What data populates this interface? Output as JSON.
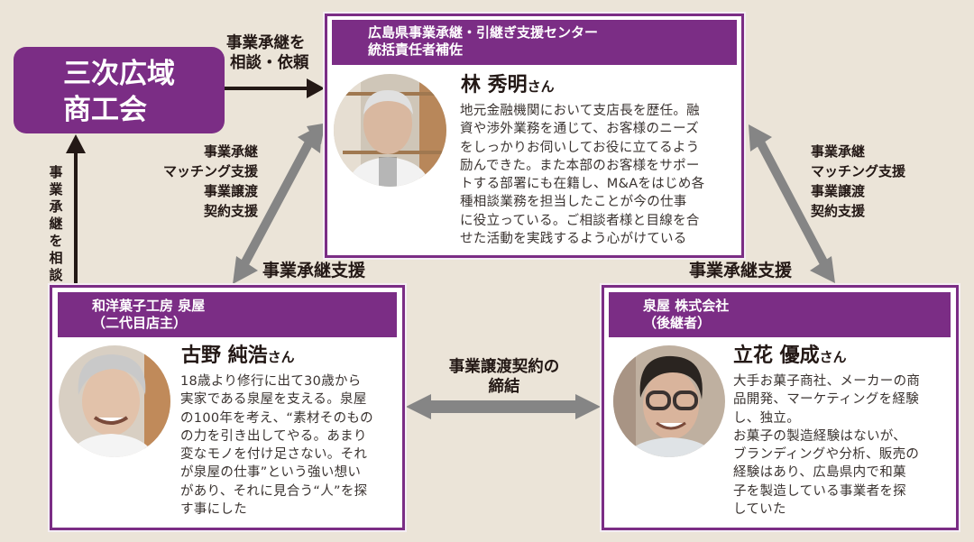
{
  "organization": {
    "name_line1": "三次広域",
    "name_line2": "商工会",
    "color": "#7b2d85"
  },
  "arrows": {
    "org_to_center": {
      "line1": "事業承継を",
      "line2": "相談・依頼"
    },
    "left_to_org": {
      "text": "事業承継を相談"
    },
    "center_left_services": [
      "事業承継",
      "マッチング支援",
      "事業譲渡",
      "契約支援"
    ],
    "center_right_services": [
      "事業承継",
      "マッチング支援",
      "事業譲渡",
      "契約支援"
    ],
    "left_support": "事業承継支援",
    "right_support": "事業承継支援",
    "contract": {
      "line1": "事業譲渡契約の",
      "line2": "締結"
    }
  },
  "center_card": {
    "header_line1": "広島県事業承継・引継ぎ支援センター",
    "header_line2": "統括責任者補佐",
    "name": "林 秀明",
    "honorific": "さん",
    "photo": "portrait-elderly-man",
    "bio": [
      "地元金融機関において支店長を歴任。融",
      "資や渉外業務を通じて、お客様のニーズ",
      "をしっかりお伺いしてお役に立てるよう",
      "励んできた。また本部のお客様をサポー",
      "トする部署にも在籍し、M&Aをはじめ各",
      "種相談業務を担当したことが今の仕事",
      "に役立っている。ご相談者様と目線を合",
      "せた活動を実践するよう心がけている"
    ]
  },
  "left_card": {
    "header_line1": "和洋菓子工房 泉屋",
    "header_line2": "（二代目店主）",
    "name": "古野 純浩",
    "honorific": "さん",
    "photo": "portrait-smiling-elderly-man",
    "bio": [
      "18歳より修行に出て30歳から",
      "実家である泉屋を支える。泉屋",
      "の100年を考え、“素材そのもの",
      "の力を引き出してやる。あまり",
      "変なモノを付け足さない。それ",
      "が泉屋の仕事”という強い想い",
      "があり、それに見合う“人”を探",
      "す事にした"
    ]
  },
  "right_card": {
    "header_line1": "泉屋 株式会社",
    "header_line2": "（後継者）",
    "name": "立花 優成",
    "honorific": "さん",
    "photo": "portrait-man-with-glasses",
    "bio": [
      "大手お菓子商社、メーカーの商",
      "品開発、マーケティングを経験",
      "し、独立。",
      "お菓子の製造経験はないが、",
      "ブランディングや分析、販売の",
      "経験はあり、広島県内で和菓",
      "子を製造している事業者を探",
      "していた"
    ]
  },
  "colors": {
    "purple": "#7b2d85",
    "background": "#ebe4d8",
    "arrow_gray": "#858585",
    "arrow_black": "#231815"
  }
}
